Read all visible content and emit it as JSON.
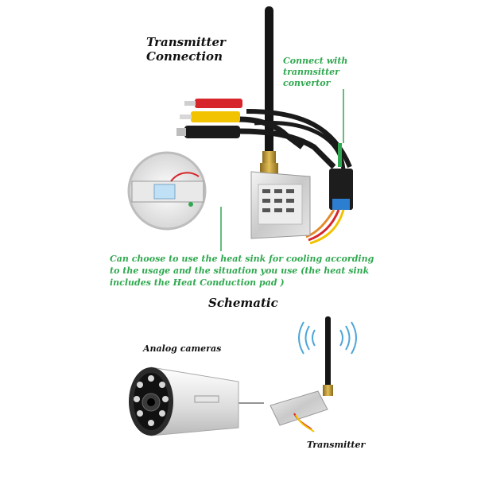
{
  "headings": {
    "transmitter_line1": "Transmitter",
    "transmitter_line2": "Connection",
    "schematic": "Schematic"
  },
  "notes": {
    "converter_line1": "Connect with",
    "converter_line2": "tranmsitter",
    "converter_line3": "convertor",
    "heatsink_line1": "Can choose to use the heat sink for cooling according",
    "heatsink_line2": "to  the usage and the situation you use (the heat sink",
    "heatsink_line3": "includes the Heat Conduction pad )"
  },
  "labels": {
    "cameras": "Analog cameras",
    "transmitter": "Transmitter"
  },
  "colors": {
    "note_green": "#2fa84f",
    "rca_red": "#d7262b",
    "rca_yellow": "#f2c300",
    "cable_black": "#1a1a1a"
  },
  "icons": {
    "antenna": "antenna-icon",
    "wifi": "wireless-signal-icon",
    "camera": "camera-icon"
  }
}
